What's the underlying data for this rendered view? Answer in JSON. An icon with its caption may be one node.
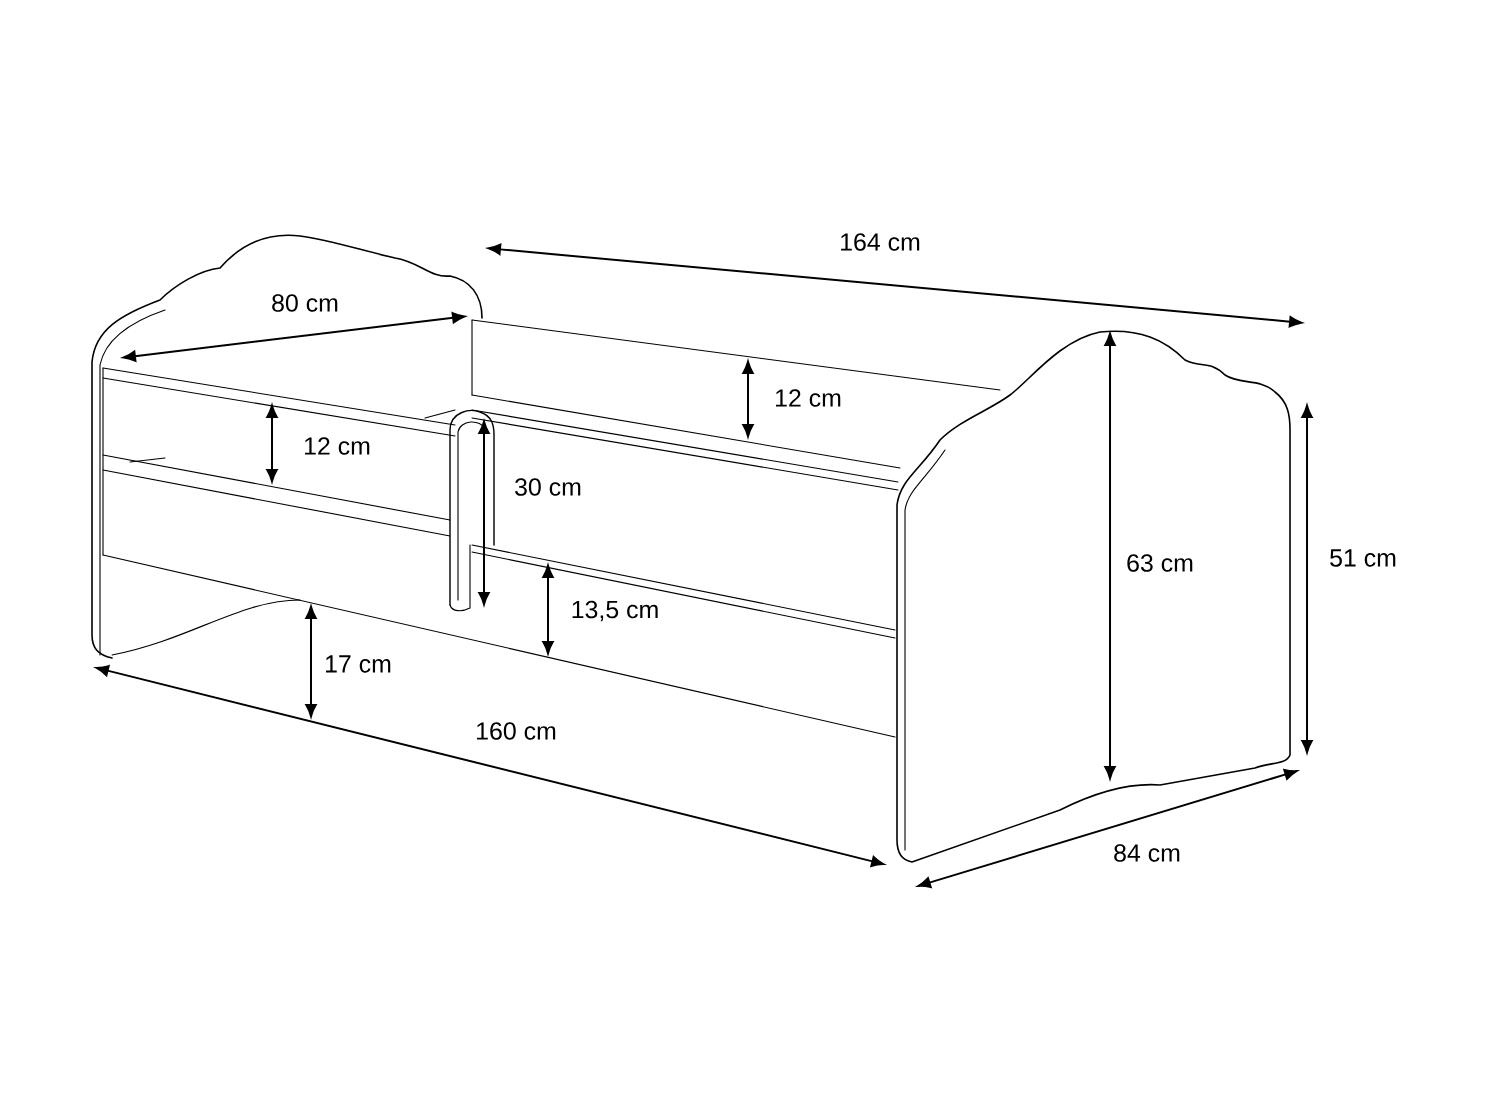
{
  "diagram": {
    "labels": [
      "164 cm",
      "80 cm",
      "12 cm",
      "12 cm",
      "30 cm",
      "63 cm",
      "51 cm",
      "13,5 cm",
      "17 cm",
      "160 cm",
      "84 cm"
    ]
  }
}
